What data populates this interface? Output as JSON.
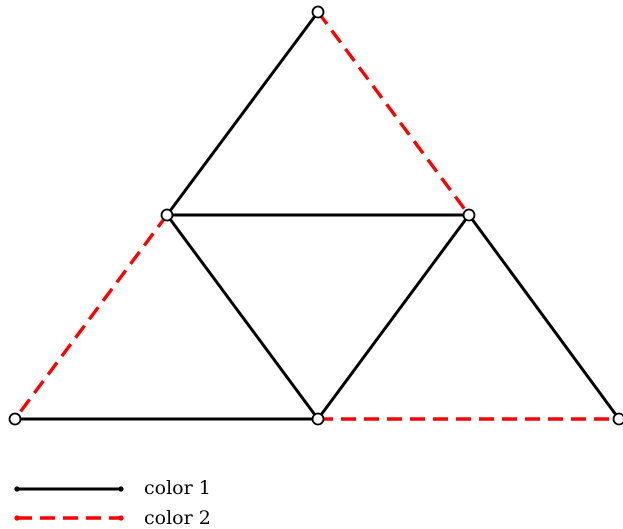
{
  "graph": {
    "nodes": [
      {
        "id": "apex"
      },
      {
        "id": "mid-left"
      },
      {
        "id": "mid-right"
      },
      {
        "id": "bottom-left"
      },
      {
        "id": "bottom-center"
      },
      {
        "id": "bottom-right"
      }
    ],
    "edges": [
      {
        "from": "apex",
        "to": "mid-left",
        "color": "color-1"
      },
      {
        "from": "apex",
        "to": "mid-right",
        "color": "color-2"
      },
      {
        "from": "mid-left",
        "to": "mid-right",
        "color": "color-1"
      },
      {
        "from": "mid-left",
        "to": "bottom-left",
        "color": "color-2"
      },
      {
        "from": "mid-left",
        "to": "bottom-center",
        "color": "color-1"
      },
      {
        "from": "mid-right",
        "to": "bottom-center",
        "color": "color-1"
      },
      {
        "from": "mid-right",
        "to": "bottom-right",
        "color": "color-1"
      },
      {
        "from": "bottom-left",
        "to": "bottom-center",
        "color": "color-1"
      },
      {
        "from": "bottom-center",
        "to": "bottom-right",
        "color": "color-2"
      }
    ]
  },
  "legend": {
    "items": [
      {
        "id": "color-1",
        "label": "color 1",
        "color": "#000000",
        "style": "solid"
      },
      {
        "id": "color-2",
        "label": "color 2",
        "color": "#ff0000",
        "style": "dashed"
      }
    ]
  }
}
